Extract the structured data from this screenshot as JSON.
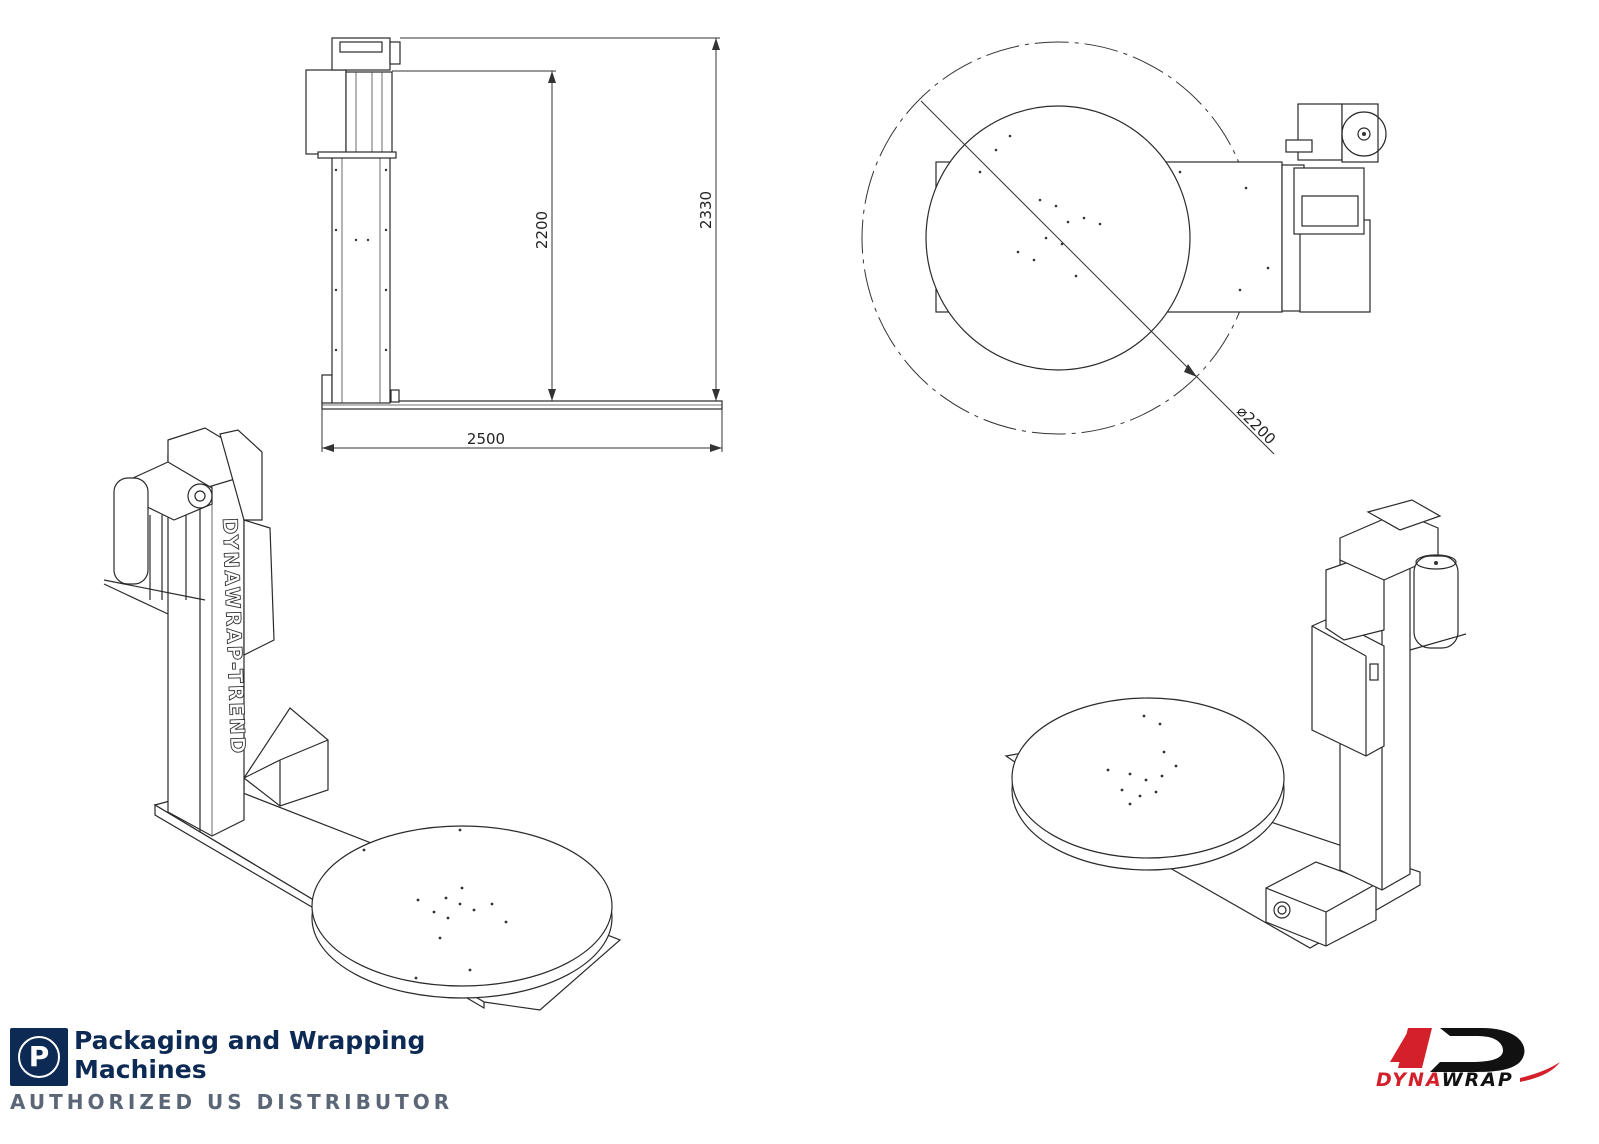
{
  "dimensions": {
    "total_height": "2330",
    "lift_height": "2200",
    "base_length": "2500",
    "turntable_diameter": "2200",
    "diameter_symbol": "⌀"
  },
  "machine": {
    "column_label": "DYNAWRAP-TREND"
  },
  "distributor": {
    "badge_letter": "P",
    "name": "Packaging and Wrapping Machines",
    "tagline": "AUTHORIZED US DISTRIBUTOR"
  },
  "brand": {
    "logo_text_red": "DYNA",
    "logo_text_black": "WRAP",
    "accent_color": "#d4202a"
  }
}
